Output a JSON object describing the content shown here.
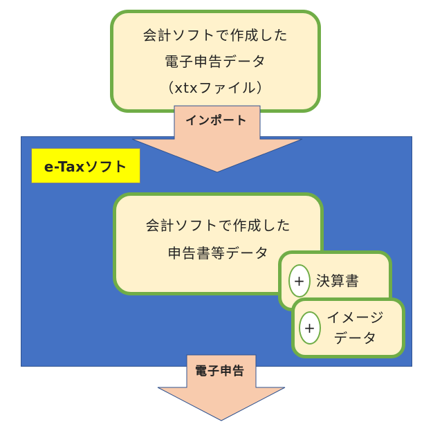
{
  "source": {
    "lines": [
      "会計ソフトで作成した",
      "電子申告データ",
      "（xtxファイル）"
    ]
  },
  "import_arrow": {
    "label": "インポート"
  },
  "etax": {
    "label": "e-Taxソフト"
  },
  "inner": {
    "lines": [
      "会計ソフトで作成した",
      "申告書等データ"
    ]
  },
  "kessan": {
    "plus": "+",
    "label": "決算書"
  },
  "image": {
    "plus": "+",
    "lines": [
      "イメージ",
      "データ"
    ]
  },
  "export_arrow": {
    "label": "電子申告"
  },
  "colors": {
    "box_fill": "#fff2cc",
    "box_border": "#70ad47",
    "panel_fill": "#4472c4",
    "label_fill": "#ffff00",
    "arrow_fill": "#f8cbad",
    "arrow_border": "#2f528f"
  }
}
